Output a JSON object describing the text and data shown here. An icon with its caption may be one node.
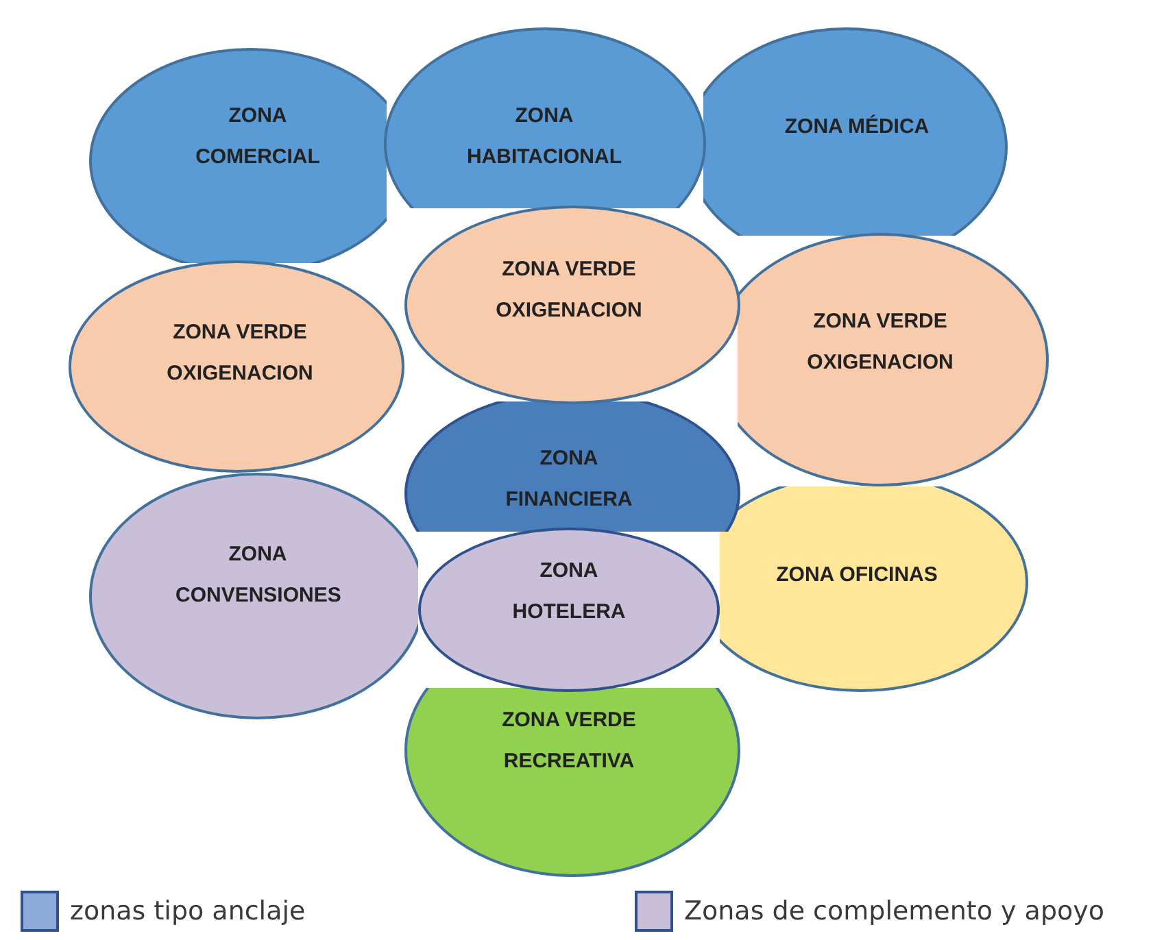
{
  "diagram": {
    "nodes": [
      {
        "text": [
          "ZONA COMERCIAL"
        ]
      },
      {
        "text": [
          "ZONA HABITACIONAL"
        ]
      },
      {
        "text": [
          "ZONA MÉDICA"
        ]
      },
      {
        "text": [
          "ZONA VERDE OXIGENACION"
        ]
      },
      {
        "text": [
          "ZONA VERDE OXIGENACION"
        ]
      },
      {
        "text": [
          "ZONA VERDE OXIGENACION"
        ]
      },
      {
        "text": [
          "ZONA FINANCIERA"
        ]
      },
      {
        "text": [
          "ZONA CONVENSIONES"
        ]
      },
      {
        "text": [
          "ZONA HOTELERA"
        ]
      },
      {
        "text": [
          "ZONA OFICINAS"
        ]
      },
      {
        "text": [
          "ZONA VERDE RECREATIVA"
        ]
      }
    ],
    "legend": [
      {
        "text": "zonas tipo anclaje",
        "color": "#8eaadb"
      },
      {
        "text": "Zonas de complemento y apoyo",
        "color": "#c9bfd8"
      }
    ]
  }
}
